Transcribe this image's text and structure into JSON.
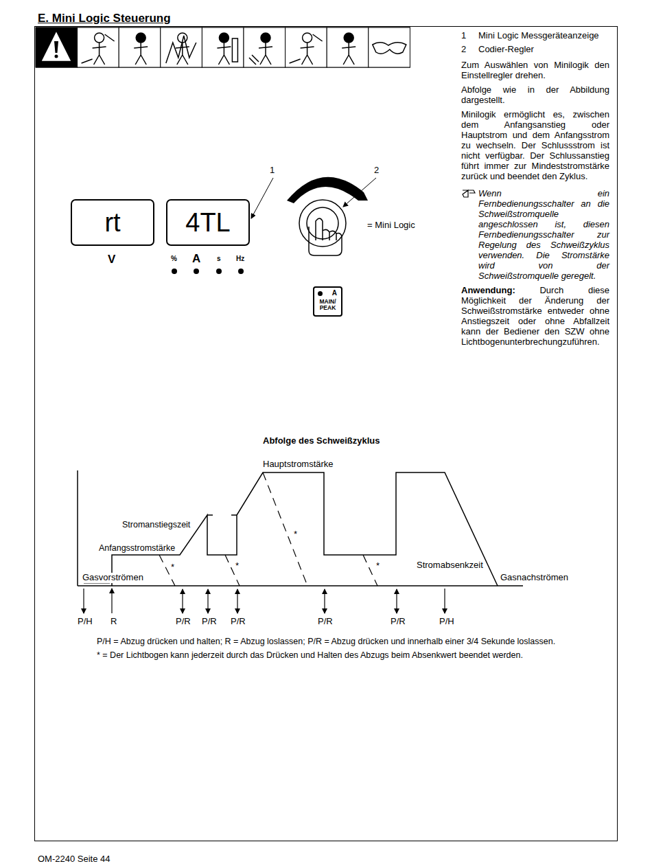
{
  "diagram": {
    "title": "E. Mini Logic Steuerung",
    "nodes": [
      {
        "text": [
          "rt"
        ]
      },
      {
        "text": [
          "4TL"
        ]
      },
      {
        "text": [
          "A",
          "MAIN/ PEAK"
        ]
      }
    ],
    "labels": [
      "1",
      "2",
      "V",
      "%",
      "A",
      "s",
      "Hz",
      "= Mini Logic",
      "1",
      "Mini Logic Messgeräteanzeige",
      "2",
      "Codier-Regler",
      "Zum Auswählen von Minilogik den Einstellregler drehen.",
      "Abfolge wie in der Abbildung dargestellt.",
      "Minilogik ermöglicht es, zwischen dem Anfangsanstieg oder Hauptstrom und dem Anfangsstrom zu wechseln. Der Schlussstrom ist nicht verfügbar. Der Schlussanstieg führt immer zur Mindeststromstärke zurück und beendet den Zyklus.",
      "Wenn ein Fernbedienungsschalter an die Schweißstromquelle angeschlossen ist, diesen Fernbedienungsschalter zur Regelung des Schweißzyklus verwenden. Die Stromstärke wird von der Schweißstromquelle geregelt.",
      "Anwendung:",
      "Durch diese Möglichkeit der Änderung der Schweißstromstärke entweder ohne Anstiegszeit oder ohne Abfallzeit kann der Bediener den SZW ohne Lichtbogenunterbrechungzuführen.",
      "Abfolge des Schweißzyklus",
      "Hauptstromstärke",
      "Stromanstiegszeit",
      "Anfangsstromstärke",
      "Gasvorströmen",
      "Stromabsenkzeit",
      "Gasnachströmen",
      "*",
      "*",
      "*",
      "*",
      "P/H",
      "R",
      "P/R",
      "P/R",
      "P/R",
      "P/R",
      "P/R",
      "P/H",
      "P/H = Abzug drücken und halten; R = Abzug loslassen; P/R = Abzug drücken und innerhalb einer 3/4 Sekunde loslassen.",
      "* = Der Lichtbogen kann jederzeit durch das Drücken und Halten des Abzugs beim Absenkwert beendet werden.",
      "OM-2240 Seite 44"
    ]
  }
}
